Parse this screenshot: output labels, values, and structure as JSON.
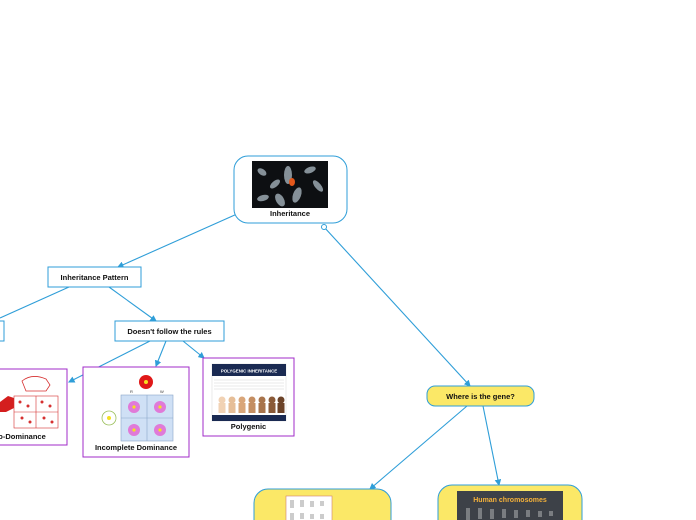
{
  "root": {
    "label": "Inheritance",
    "image_icon": "chromosome-photo"
  },
  "nodes": {
    "inheritance_pattern": "Inheritance Pattern",
    "doesnt_follow": "Doesn't follow the rules",
    "where_gene": "Where is the gene?",
    "co_dominance": "o-Dominance",
    "incomplete_dominance": "Incomplete Dominance",
    "polygenic": "Polygenic",
    "human_chromosomes": "Human chromosomes"
  },
  "image_text": {
    "polygenic_banner": "POLYGENIC INHERITANCE",
    "punnett_r": "R",
    "punnett_w": "W"
  },
  "colors": {
    "connector": "#2f9ed8",
    "yellow_node": "#fbe867",
    "purple_border": "#a02bc9"
  }
}
